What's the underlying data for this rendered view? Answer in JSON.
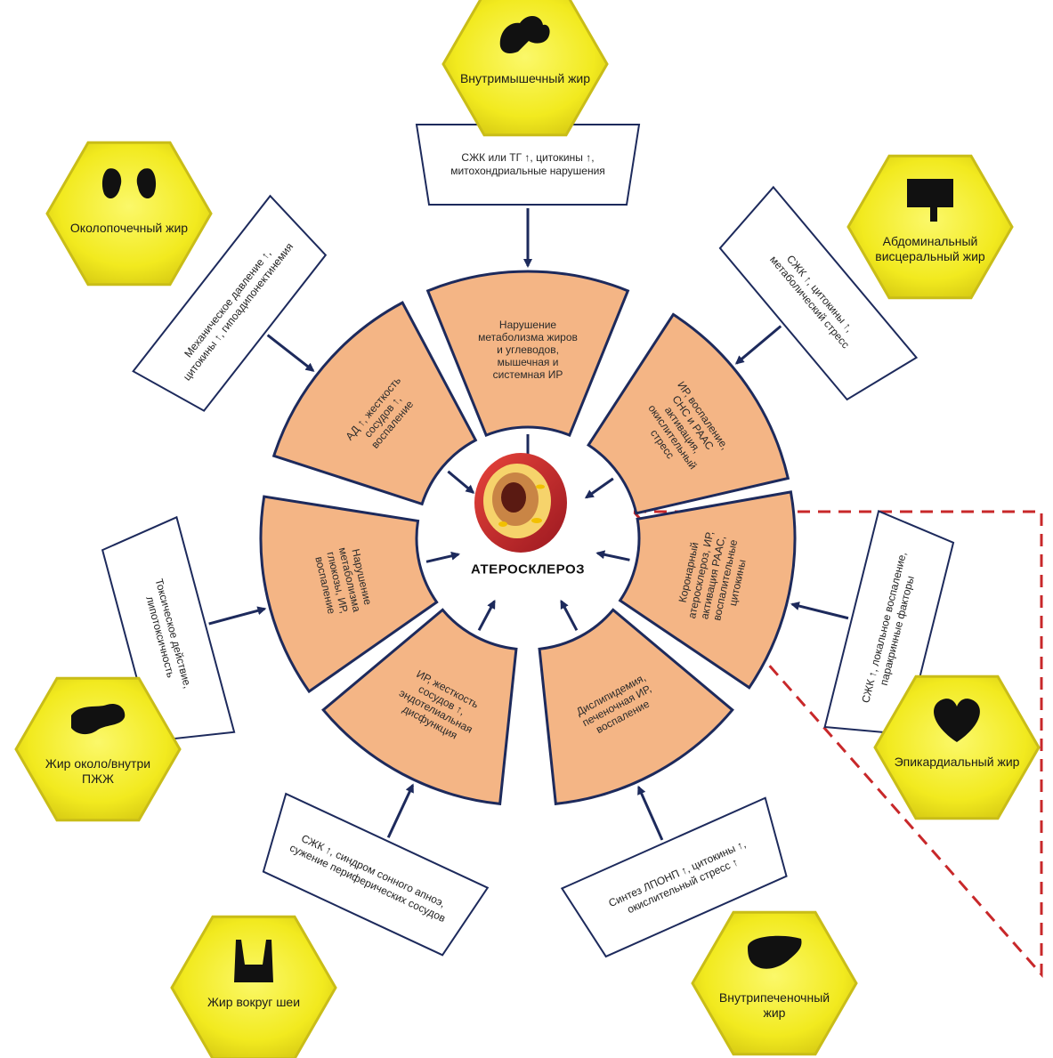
{
  "center": {
    "label": "АТЕРОСКЛЕРОЗ"
  },
  "depots": [
    {
      "label": "Внутримышечный жир",
      "icon": "muscle-arm-icon"
    },
    {
      "label": "Абдоминальный висцеральный жир",
      "icon": "intestine-icon"
    },
    {
      "label": "Эпикардиальный жир",
      "icon": "heart-icon"
    },
    {
      "label": "Внутрипеченочный жир",
      "icon": "liver-icon"
    },
    {
      "label": "Жир вокруг шеи",
      "icon": "neck-icon"
    },
    {
      "label": "Жир около/внутри ПЖЖ",
      "icon": "pancreas-icon"
    },
    {
      "label": "Околопочечный жир",
      "icon": "kidneys-icon"
    }
  ],
  "boxes": [
    {
      "text": "СЖК или ТГ ↑, цитокины ↑, митохондриальные нарушения"
    },
    {
      "text": "СЖК ↑, цитокины ↑, метаболический стресс"
    },
    {
      "text": "СЖК ↑, локальное воспаление, паракринные факторы"
    },
    {
      "text": "Синтез ЛПОНП ↑, цитокины ↑, окислительный стресс ↑"
    },
    {
      "text": "СЖК ↑, синдром сонного апноэ, сужение периферических сосудов"
    },
    {
      "text": "Токсическое действие, липотоксичность"
    },
    {
      "text": "Механическое давление ↑, цитокины ↑, гипоадипонектинемия"
    }
  ],
  "segments": [
    {
      "text": "Нарушение метаболизма жиров и углеводов, мышечная и системная ИР"
    },
    {
      "text": "ИР, воспаление, СНС и РААС активация, окислительный стресс"
    },
    {
      "text": "Коронарный атеросклероз, ИР, активация РААС, воспалительные цитокины"
    },
    {
      "text": "Дислипидемия, печеночная ИР, воспаление"
    },
    {
      "text": "ИР, жесткость сосудов ↑, эндотелиальная дисфункция"
    },
    {
      "text": "Нарушение метаболизма глюкозы, ИР, воспаление"
    },
    {
      "text": "АД ↑, жесткость сосудов ↑, воспаление"
    }
  ],
  "colors": {
    "hex_fill": "#f2ea1f",
    "hex_inner": "#f7f14a",
    "hex_stroke": "#c9bd18",
    "segment_fill": "#f4b585",
    "segment_stroke": "#1d2a5c",
    "arrow": "#1d2a5c",
    "dashed": "#c8282a"
  }
}
